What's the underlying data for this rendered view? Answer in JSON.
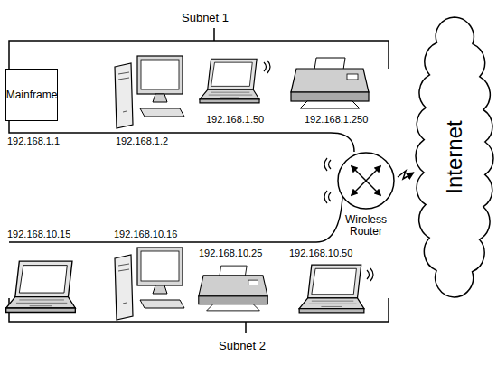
{
  "diagram": {
    "nodes": [
      {
        "text": [
          "Mainframe"
        ]
      },
      {
        "text": [
          "Wireless Router"
        ]
      },
      {
        "text": [
          "Internet"
        ]
      }
    ],
    "edges": [
      {
        "from": 0,
        "to": 1,
        "arrow": "none"
      },
      {
        "from": 1,
        "to": 2,
        "arrow": "to"
      }
    ],
    "labels": [
      "Subnet 1",
      "192.168.1.1",
      "192.168.1.2",
      "192.168.1.50",
      "192.168.1.250",
      "192.168.10.15",
      "192.168.10.16",
      "192.168.10.25",
      "192.168.10.50",
      "Subnet 2"
    ]
  }
}
